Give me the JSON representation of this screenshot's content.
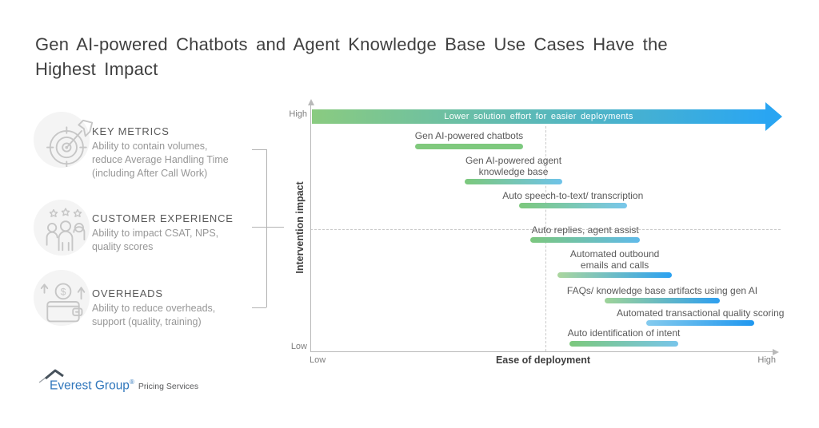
{
  "title": "Gen AI-powered Chatbots and Agent Knowledge Base Use Cases Have the Highest Impact",
  "legend_panel": {
    "items": [
      {
        "icon": "target-dart-icon",
        "heading": "KEY METRICS",
        "description": "Ability to contain volumes,\nreduce Average Handling Time\n(including After Call Work)"
      },
      {
        "icon": "customers-stars-icon",
        "heading": "CUSTOMER EXPERIENCE",
        "description": "Ability to impact CSAT, NPS,\nquality scores"
      },
      {
        "icon": "wallet-coin-icon",
        "heading": "OVERHEADS",
        "description": "Ability to reduce overheads,\nsupport (quality, training)"
      }
    ]
  },
  "chart_data": {
    "type": "scatter",
    "xlabel": "Ease of deployment",
    "ylabel": "Intervention impact",
    "x_axis": {
      "min_label": "Low",
      "max_label": "High"
    },
    "y_axis": {
      "min_label": "Low",
      "max_label": "High"
    },
    "grid": "quadrant dashed midlines",
    "top_arrow": {
      "label": "Lower solution effort for easier deployments",
      "color_start": "#8acb80",
      "color_end": "#2aa6f2"
    },
    "guides": {
      "v_dashed_x": 50.5,
      "h_dashed_y": 50.5
    },
    "items": [
      {
        "label": "Gen AI-powered chatbots",
        "x_start": 22.5,
        "x_end": 45.7,
        "y": 84.8,
        "color_start": "#80c97d",
        "color_end": "#7dc97f"
      },
      {
        "label": "Gen AI-powered agent\nknowledge base",
        "x_start": 33.2,
        "x_end": 54.1,
        "y": 70.0,
        "color_start": "#7cc87c",
        "color_end": "#6fc3e9"
      },
      {
        "label": "Auto speech-to-text/ transcription",
        "x_start": 44.8,
        "x_end": 68.0,
        "y": 60.1,
        "color_start": "#7cc87c",
        "color_end": "#79c7ec"
      },
      {
        "label": "Auto replies, agent assist",
        "x_start": 47.3,
        "x_end": 70.8,
        "y": 45.9,
        "color_start": "#7cc77e",
        "color_end": "#60baea"
      },
      {
        "label": "Automated outbound\nemails and calls",
        "x_start": 53.1,
        "x_end": 77.7,
        "y": 31.4,
        "color_start": "#abd69e",
        "color_end": "#2ba1f1"
      },
      {
        "label": "FAQs/ knowledge base artifacts using gen AI",
        "x_start": 63.2,
        "x_end": 88.0,
        "y": 20.8,
        "color_start": "#9ed398",
        "color_end": "#2e9ff0"
      },
      {
        "label": "Automated transactional quality scoring",
        "x_start": 72.2,
        "x_end": 95.4,
        "y": 11.6,
        "color_start": "#85cbee",
        "color_end": "#1f97ef"
      },
      {
        "label": "Auto identification of intent",
        "x_start": 55.7,
        "x_end": 79.0,
        "y": 3.3,
        "color_start": "#7cc87c",
        "color_end": "#78c5ea"
      }
    ]
  },
  "footer": {
    "brand": "Everest Group",
    "registered_mark": "®",
    "tagline": "Pricing Services"
  }
}
